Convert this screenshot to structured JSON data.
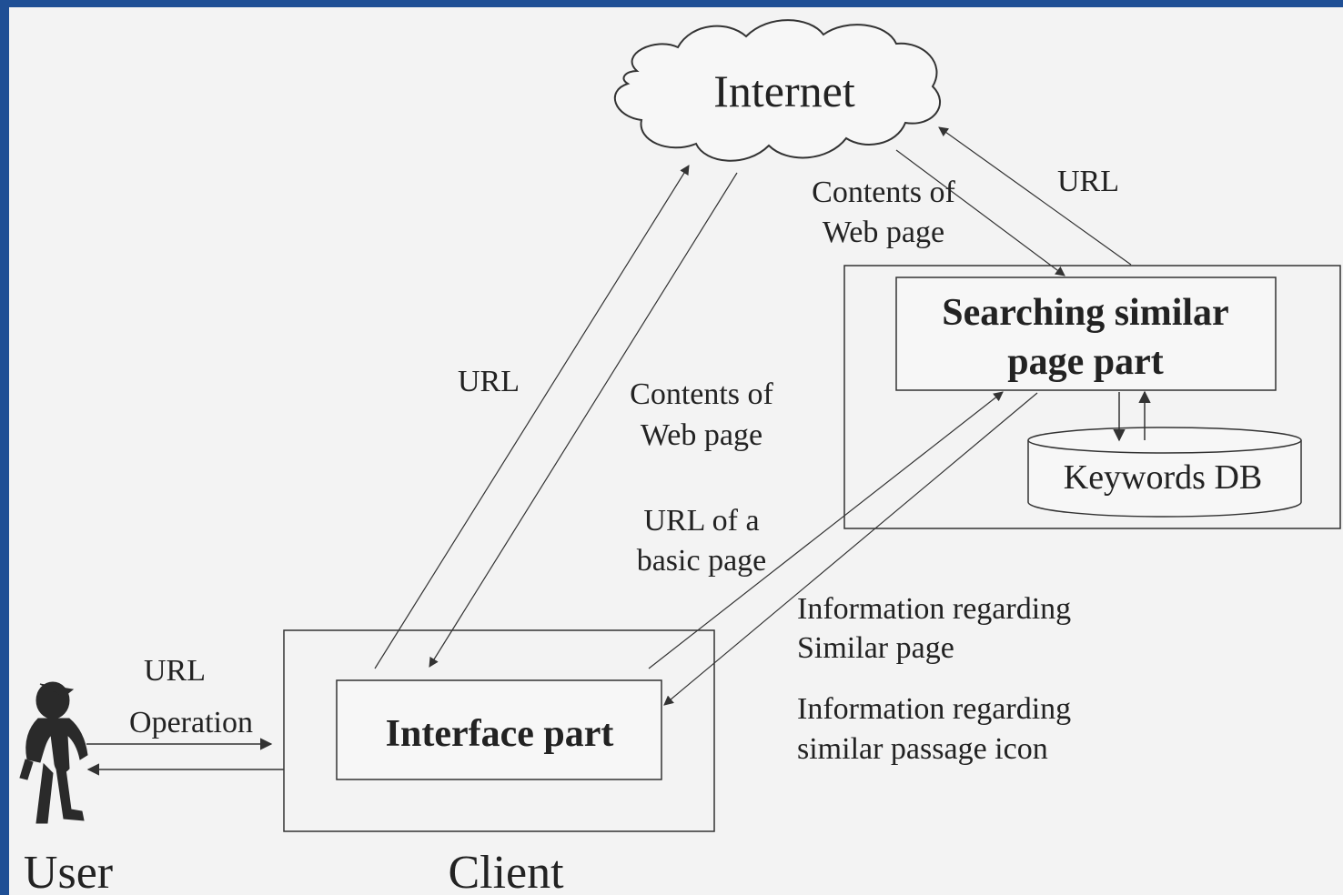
{
  "nodes": {
    "internet": "Internet",
    "searching_line1": "Searching similar",
    "searching_line2": "page part",
    "keywords_db": "Keywords DB",
    "interface_part": "Interface part",
    "client": "Client",
    "user": "User"
  },
  "edge_labels": {
    "user_url": "URL",
    "user_operation": "Operation",
    "url_to_internet": "URL",
    "contents_from_internet_l1": "Contents of",
    "contents_from_internet_l2": "Web page",
    "search_contents_l1": "Contents of",
    "search_contents_l2": "Web page",
    "search_url": "URL",
    "basic_page_l1": "URL of a",
    "basic_page_l2": "basic page",
    "info_similar_page_l1": "Information regarding",
    "info_similar_page_l2": "Similar page",
    "info_icon_l1": "Information regarding",
    "info_icon_l2": "similar passage icon"
  },
  "colors": {
    "background": "#1f4f95",
    "canvas": "#f3f3f3",
    "stroke": "#333333"
  }
}
